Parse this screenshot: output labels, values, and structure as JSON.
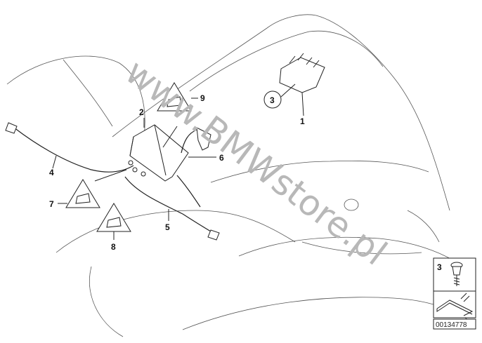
{
  "watermark": "www.BMWstore.pl",
  "callouts": {
    "c1": "1",
    "c2": "2",
    "c3": "3",
    "c4": "4",
    "c5": "5",
    "c6": "6",
    "c7": "7",
    "c8": "8",
    "c9": "9"
  },
  "legend": {
    "label": "3"
  },
  "document_number": "00134778",
  "colors": {
    "line": "#222222",
    "watermark": "#b8b8b8",
    "background": "#ffffff"
  }
}
